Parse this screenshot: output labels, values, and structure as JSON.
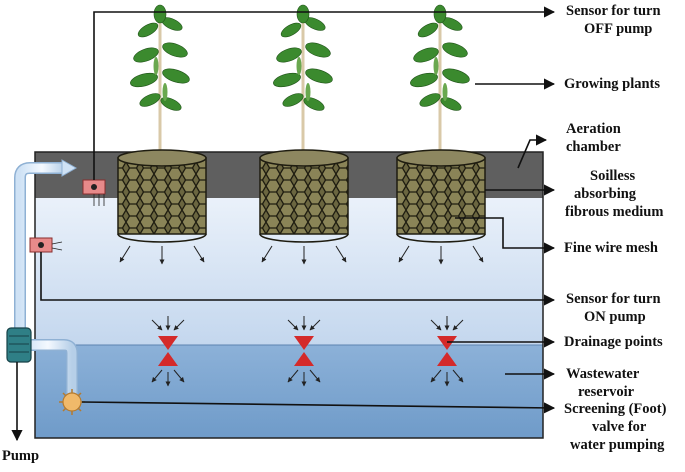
{
  "labels": {
    "sensor_off": [
      "Sensor for turn",
      "OFF pump"
    ],
    "growing_plants": "Growing plants",
    "aeration": [
      "Aeration",
      "chamber"
    ],
    "soilless": [
      "Soilless",
      "absorbing",
      "fibrous medium"
    ],
    "wire_mesh": "Fine wire mesh",
    "sensor_on": [
      "Sensor for turn",
      "ON pump"
    ],
    "drainage": "Drainage points",
    "reservoir": [
      "Wastewater",
      "reservoir"
    ],
    "foot_valve": [
      "Screening (Foot)",
      "valve for",
      "water pumping"
    ],
    "pump": "Pump"
  },
  "colors": {
    "aeration_chamber": "#5f5f5f",
    "upper_water": "#cdddf0",
    "reservoir_water": "#7ea7d2",
    "mesh_fill": "#6f6a45",
    "drainage_marker": "#d42a2a",
    "leaf_green": "#3b8a2e",
    "sensor_red": "#e78a8a",
    "pump_teal": "#2f7f86",
    "foot_valve": "#f0b96a"
  },
  "icons": [
    "pump-icon",
    "sensor-icon",
    "foot-valve-icon",
    "plant-icon",
    "drainage-valve-icon"
  ]
}
